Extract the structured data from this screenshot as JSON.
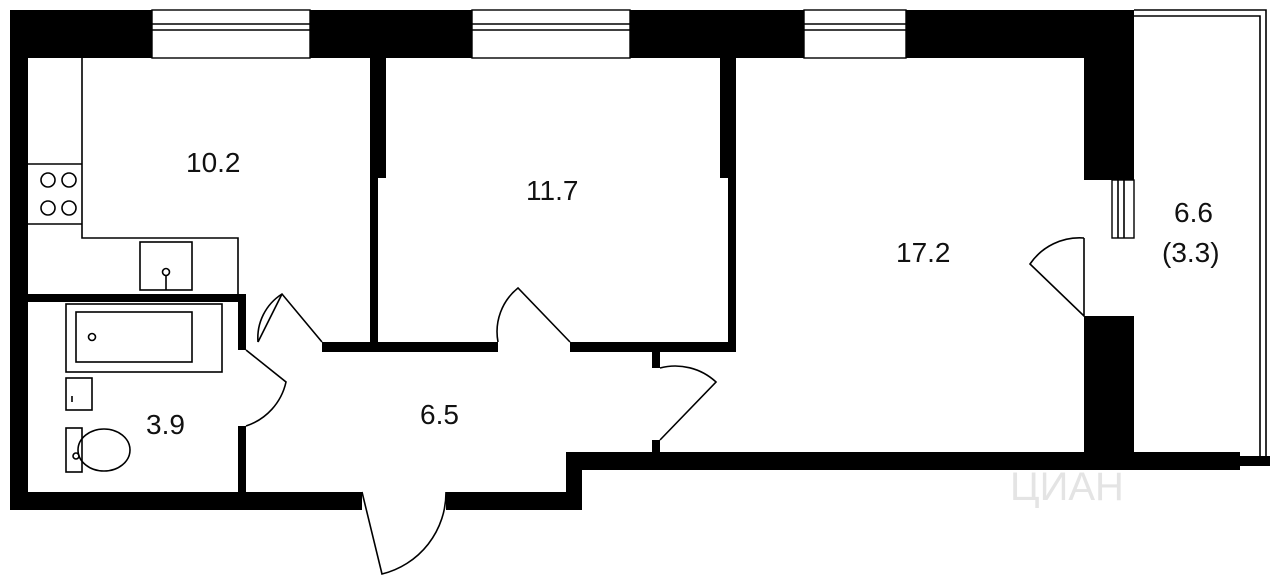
{
  "rooms": {
    "kitchen": {
      "area": "10.2"
    },
    "bedroom": {
      "area": "11.7"
    },
    "living": {
      "area": "17.2"
    },
    "balcony": {
      "area": "6.6",
      "reduced": "(3.3)"
    },
    "bathroom": {
      "area": "3.9"
    },
    "hallway": {
      "area": "6.5"
    }
  },
  "watermark": {
    "text": "ЦИАН"
  }
}
